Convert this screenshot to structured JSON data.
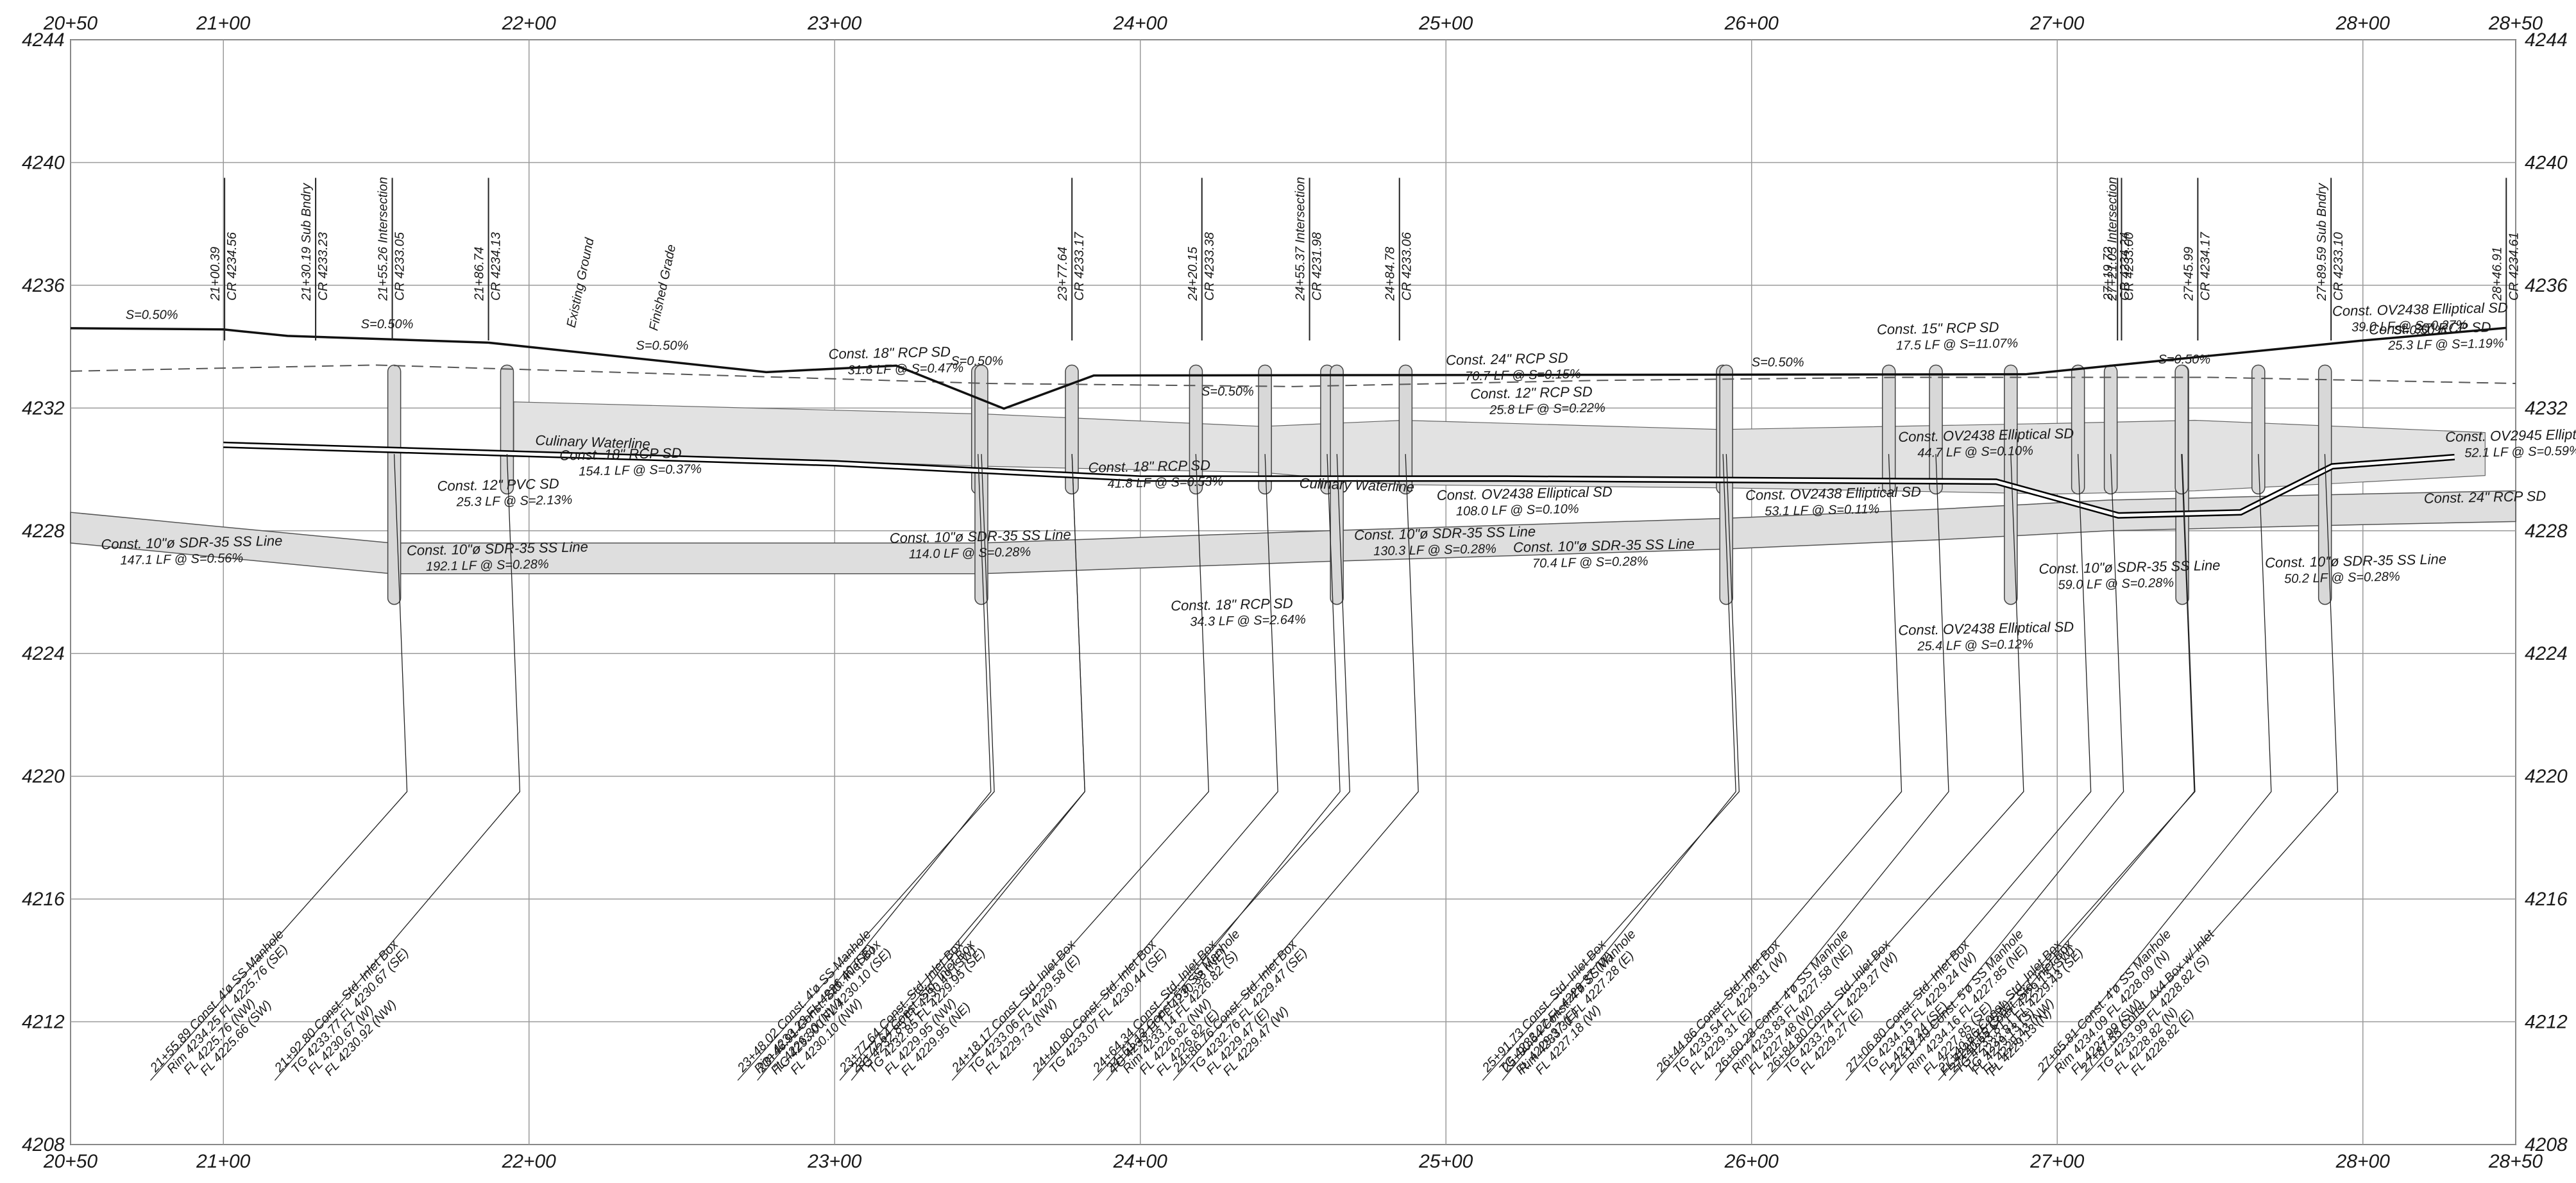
{
  "x_axis": {
    "stations": [
      "20+50",
      "21+00",
      "22+00",
      "23+00",
      "24+00",
      "25+00",
      "26+00",
      "27+00",
      "28+00",
      "28+50"
    ],
    "values": [
      2050,
      2100,
      2200,
      2300,
      2400,
      2500,
      2600,
      2700,
      2800,
      2850
    ]
  },
  "y_axis": {
    "labels": [
      "4244",
      "4240",
      "4236",
      "4232",
      "4228",
      "4224",
      "4220",
      "4216",
      "4212",
      "4208"
    ],
    "values": [
      4244,
      4240,
      4236,
      4232,
      4228,
      4224,
      4220,
      4216,
      4212,
      4208
    ]
  },
  "grade_line": {
    "points": [
      [
        2050,
        4234.6
      ],
      [
        2100,
        4234.56
      ],
      [
        2121,
        4234.35
      ],
      [
        2186.74,
        4234.13
      ],
      [
        2277.64,
        4233.17
      ],
      [
        2320.15,
        4233.38
      ],
      [
        2355.37,
        4231.98
      ],
      [
        2384.78,
        4233.06
      ],
      [
        2689.59,
        4233.1
      ],
      [
        2800,
        4234.2
      ],
      [
        2846.91,
        4234.61
      ]
    ],
    "slope_labels": [
      "S=0.50%",
      "S=0.50%",
      "S=0.50%",
      "S=0.50%",
      "S=0.50%",
      "S=0.50%",
      "S=0.50%",
      "S=0.50%"
    ]
  },
  "existing_ground": [
    [
      2050,
      4233.2
    ],
    [
      2150,
      4233.4
    ],
    [
      2250,
      4233.1
    ],
    [
      2350,
      4232.8
    ],
    [
      2450,
      4232.7
    ],
    [
      2550,
      4232.9
    ],
    [
      2650,
      4233.0
    ],
    [
      2750,
      4233.0
    ],
    [
      2850,
      4232.8
    ]
  ],
  "station_callouts": [
    {
      "x": 2100.39,
      "text": "21+00.39",
      "sub": "CR 4234.56"
    },
    {
      "x": 2130.19,
      "text": "21+30.19 Sub Bndry",
      "sub": "CR 4233.23"
    },
    {
      "x": 2155.26,
      "text": "21+55.26 Intersection",
      "sub": "CR 4233.05"
    },
    {
      "x": 2186.74,
      "text": "21+86.74",
      "sub": "CR 4234.13"
    },
    {
      "x": 2377.64,
      "text": "23+77.64",
      "sub": "CR 4233.17"
    },
    {
      "x": 2420.15,
      "text": "24+20.15",
      "sub": "CR 4233.38"
    },
    {
      "x": 2455.37,
      "text": "24+55.37 Intersection",
      "sub": "CR 4231.98"
    },
    {
      "x": 2484.78,
      "text": "24+84.78",
      "sub": "CR 4233.06"
    },
    {
      "x": 2719.72,
      "text": "27+19.72",
      "sub": "CR 4234.24"
    },
    {
      "x": 2721.03,
      "text": "27+21.03 Intersection",
      "sub": "CR 4233.00"
    },
    {
      "x": 2745.99,
      "text": "27+45.99",
      "sub": "CR 4234.17"
    },
    {
      "x": 2789.59,
      "text": "27+89.59 Sub Bndry",
      "sub": "CR 4233.10"
    },
    {
      "x": 2846.91,
      "text": "28+46.91",
      "sub": "CR 4234.61"
    }
  ],
  "ground_labels": {
    "existing_ground": "Existing Ground",
    "finished_grade": "Finished Grade"
  },
  "sewer_notes": [
    "Const. 10\"ø SDR-35 SS Line",
    "147.1 LF @ S=0.56%",
    "Const. 10\"ø SDR-35 SS Line",
    "192.1 LF @ S=0.28%",
    "Const. 10\"ø SDR-35 SS Line",
    "114.0 LF @ S=0.28%",
    "Const. 10\"ø SDR-35 SS Line",
    "130.3 LF @ S=0.28%",
    "Const. 10\"ø SDR-35 SS Line",
    "70.4 LF @ S=0.28%",
    "Const. 10\"ø SDR-35 SS Line",
    "59.0 LF @ S=0.28%",
    "Const. 10\"ø SDR-35 SS Line",
    "50.2 LF @ S=0.28%"
  ],
  "storm_notes": [
    "Const. 18\" RCP SD",
    "154.1 LF @ S=0.37%",
    "Const. 18\" RCP SD",
    "31.6 LF @ S=0.47%",
    "Const. 12\" PVC SD",
    "25.3 LF @ S=2.13%",
    "Const. 18\" RCP SD",
    "41.8 LF @ S=0.53%",
    "Const. 24\" RCP SD",
    "70.7 LF @ S=0.15%",
    "Const. 12\" RCP SD",
    "25.8 LF @ S=0.22%",
    "Const. 18\" RCP SD",
    "34.3 LF @ S=2.64%",
    "Const. OV2438 Elliptical SD",
    "108.0 LF @ S=0.10%",
    "Const. OV2438 Elliptical SD",
    "44.7 LF @ S=0.10%",
    "Const. OV2438 Elliptical SD",
    "53.1 LF @ S=0.11%",
    "Const. 15\" RCP SD",
    "17.5 LF @ S=11.07%",
    "Const. OV2438 Elliptical SD",
    "39.0 LF @ S=0.27%",
    "Const. 30\" RCP SD",
    "25.3 LF @ S=1.19%",
    "Const. OV2945 Elliptical SD",
    "52.1 LF @ S=0.59%",
    "Const. OV2438 Elliptical SD",
    "25.4 LF @ S=0.12%",
    "Const. 24\" RCP SD"
  ],
  "waterline_labels": [
    "Culinary Waterline",
    "Culinary Waterline"
  ],
  "structures": [
    {
      "x": 2155.89,
      "lines": [
        "21+55.89 Const. 4'ø SS Manhole",
        "Rim 4234.25 FL 4225.76 (SE)",
        "FL 4225.76 (NW)",
        "FL 4225.66 (SW)"
      ]
    },
    {
      "x": 2192.8,
      "lines": [
        "21+92.80 Const. Std. Inlet Box",
        "TG 4233.77 FL 4230.67 (SE)",
        "FL 4230.67 (W)",
        "FL 4230.92 (NW)"
      ]
    },
    {
      "x": 2346.91,
      "lines": [
        "23+46.91 Const. Std. Inlet Box",
        "TG 4233.00 FL 4230.10 (SE)",
        "FL 4230.10 (NW)"
      ]
    },
    {
      "x": 2348.02,
      "lines": [
        "23+48.02 Const. 4'ø SS Manhole",
        "Rim 4233.23 FL 4226.40 (SE)",
        "FL 4226.30 (NW)"
      ]
    },
    {
      "x": 2377.64,
      "lines": [
        "23+77.64 Const. Std. Inlet Box",
        "TG 4232.85 FL 4230.49 (SW)"
      ]
    },
    {
      "x": 2377.65,
      "lines": [
        "23+77.64 Const. Std. Inlet Box",
        "TG 4232.85 FL 4229.95 (SE)",
        "FL 4229.95 (NW)",
        "FL 4229.95 (NE)"
      ]
    },
    {
      "x": 2418.17,
      "lines": [
        "24+18.17 Const. Std. Inlet Box",
        "TG 4233.06 FL 4229.58 (E)",
        "FL 4229.73 (NW)"
      ]
    },
    {
      "x": 2440.8,
      "lines": [
        "24+40.80 Const. Std. Inlet Box",
        "TG 4233.07 FL 4230.44 (SE)"
      ]
    },
    {
      "x": 2461.13,
      "lines": [
        "24+61.13 Const. 5'ø SS Manhole",
        "Rim 4233.14 FL 4226.82 (S)",
        "FL 4226.82 (NW)",
        "FL 4226.82 (E)"
      ]
    },
    {
      "x": 2464.34,
      "lines": [
        "24+64.34 Const. Std. Inlet Box",
        "TG 4233.11 FL 4230.38 (NE)"
      ]
    },
    {
      "x": 2486.76,
      "lines": [
        "24+86.76 Const. Std. Inlet Box",
        "TG 4232.76 FL 4229.47 (SE)",
        "FL 4229.47 (E)",
        "FL 4229.47 (W)"
      ]
    },
    {
      "x": 2590.64,
      "lines": [
        "25+90.64 Const. 4'ø SS Manhole",
        "Rim 4233.31 FL 4227.28 (E)",
        "FL 4227.18 (W)"
      ]
    },
    {
      "x": 2591.73,
      "lines": [
        "25+91.73 Const. Std. Inlet Box",
        "TG 4233.27 FL 4229.37 (W)",
        "FL 4229.37 (E)"
      ]
    },
    {
      "x": 2644.86,
      "lines": [
        "26+44.86 Const. Std. Inlet Box",
        "TG 4233.54 FL 4229.31 (W)",
        "FL 4229.31 (E)"
      ]
    },
    {
      "x": 2660.28,
      "lines": [
        "26+60.28 Const. 4'ø SS Manhole",
        "Rim 4233.83 FL 4227.58 (NE)",
        "FL 4227.48 (W)"
      ]
    },
    {
      "x": 2684.8,
      "lines": [
        "26+84.80 Const. Std. Inlet Box",
        "TG 4233.74 FL 4229.27 (W)",
        "FL 4229.27 (E)"
      ]
    },
    {
      "x": 2706.8,
      "lines": [
        "27+06.80 Const. Std. Inlet Box",
        "TG 4234.15 FL 4229.24 (W)",
        "FL 4229.24 (SE)"
      ]
    },
    {
      "x": 2717.49,
      "lines": [
        "27+17.49 Const. 5'ø SS Manhole",
        "Rim 4234.16 FL 4227.85 (NE)",
        "FL 4227.85 (SE)",
        "FL 4227.75 (SW)"
      ]
    },
    {
      "x": 2740.86,
      "lines": [
        "27+40.86 Const. Std. Inlet Box",
        "TG 4233.81 FL 4229.13 (SW)",
        "FL 4229.13 (S)",
        "FL 4229.13 (N)"
      ]
    },
    {
      "x": 2740.65,
      "lines": [
        "27+40.65 Const. Std. Inlet Box",
        "TG 4233.81 FL 4229.43 (SE)",
        "FL 4229.43 (NW)"
      ]
    },
    {
      "x": 2765.81,
      "lines": [
        "27+65.81 Const. 4'ø SS Manhole",
        "Rim 4234.09 FL 4228.09 (N)",
        "FL 4227.99 (SW)"
      ]
    },
    {
      "x": 2787.55,
      "lines": [
        "27+87.55 Const. 4x4 Box w/ Inlet",
        "TG 4233.99 FL 4228.82 (S)",
        "FL 4228.82 (N)",
        "FL 4228.82 (E)"
      ]
    }
  ]
}
